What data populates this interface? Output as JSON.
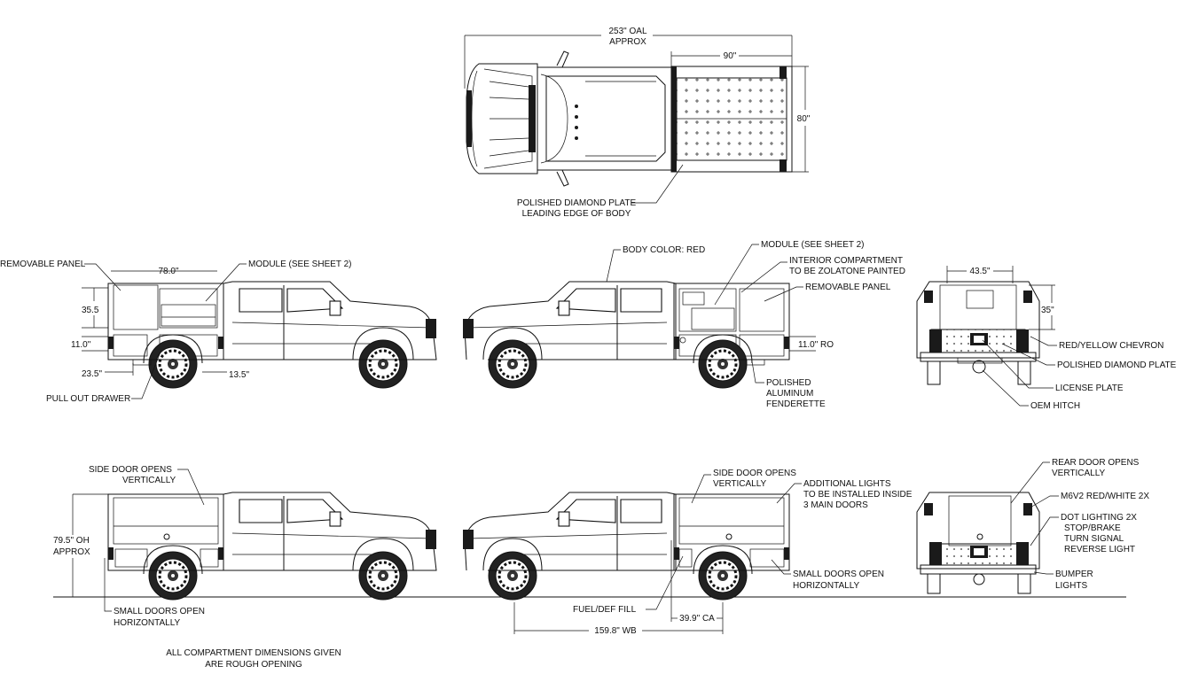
{
  "labels": {
    "oal": "253\" OAL",
    "approx": "APPROX",
    "top_width": "90\"",
    "top_height": "80\"",
    "diamond_plate_1": "POLISHED DIAMOND PLATE",
    "diamond_plate_2": "LEADING EDGE OF BODY",
    "removable_panel_l": "REMOVABLE PANEL",
    "dim_78": "78.0\"",
    "module_l": "MODULE (SEE SHEET 2)",
    "dim_355": "35.5",
    "dim_11_l": "11.0\"",
    "dim_235": "23.5\"",
    "dim_135": "13.5\"",
    "pull_out": "PULL OUT DRAWER",
    "body_color": "BODY COLOR: RED",
    "module_r": "MODULE (SEE SHEET 2)",
    "interior_1": "INTERIOR COMPARTMENT",
    "interior_2": "TO BE ZOLATONE PAINTED",
    "removable_panel_r": "REMOVABLE PANEL",
    "dim_11_ro": "11.0\" RO",
    "fender_1": "POLISHED",
    "fender_2": "ALUMINUM",
    "fender_3": "FENDERETTE",
    "dim_435": "43.5\"",
    "dim_35": "35\"",
    "chevron": "RED/YELLOW CHEVRON",
    "rear_diamond": "POLISHED DIAMOND PLATE",
    "license": "LICENSE PLATE",
    "hitch": "OEM HITCH",
    "side_door_l1": "SIDE DOOR OPENS",
    "side_door_l2": "VERTICALLY",
    "oh_1": "79.5\" OH",
    "oh_2": "APPROX",
    "small_l1": "SMALL DOORS OPEN",
    "small_l2": "HORIZONTALLY",
    "side_door_r1": "SIDE DOOR OPENS",
    "side_door_r2": "VERTICALLY",
    "add_1": "ADDITIONAL LIGHTS",
    "add_2": "TO BE INSTALLED INSIDE",
    "add_3": "3 MAIN DOORS",
    "small_r1": "SMALL DOORS OPEN",
    "small_r2": "HORIZONTALLY",
    "fuel": "FUEL/DEF FILL",
    "ca": "39.9\" CA",
    "wb": "159.8\" WB",
    "rear_door_1": "REAR DOOR OPENS",
    "rear_door_2": "VERTICALLY",
    "m6v2": "M6V2 RED/WHITE 2X",
    "dot_1": "DOT LIGHTING 2X",
    "dot_2": "STOP/BRAKE",
    "dot_3": "TURN SIGNAL",
    "dot_4": "REVERSE LIGHT",
    "bumper_1": "BUMPER",
    "bumper_2": "LIGHTS",
    "note_1": "ALL COMPARTMENT DIMENSIONS GIVEN",
    "note_2": "ARE ROUGH OPENING"
  }
}
